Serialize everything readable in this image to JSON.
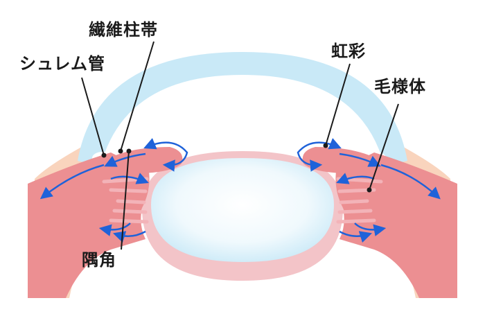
{
  "labels": {
    "fiber_column": "繊維柱帯",
    "schlemm_canal": "シュレム管",
    "angle": "隅角",
    "iris": "虹彩",
    "ciliary_body": "毛様体"
  },
  "colors": {
    "cornea": "#c9e9f7",
    "lens_outer": "#f3c4c8",
    "lens_inner": "#e3f4fb",
    "iris_tissue": "#ec8f92",
    "sclera": "#f9d4bd",
    "arrow": "#1f62d9",
    "leader": "#1a1a1a"
  }
}
